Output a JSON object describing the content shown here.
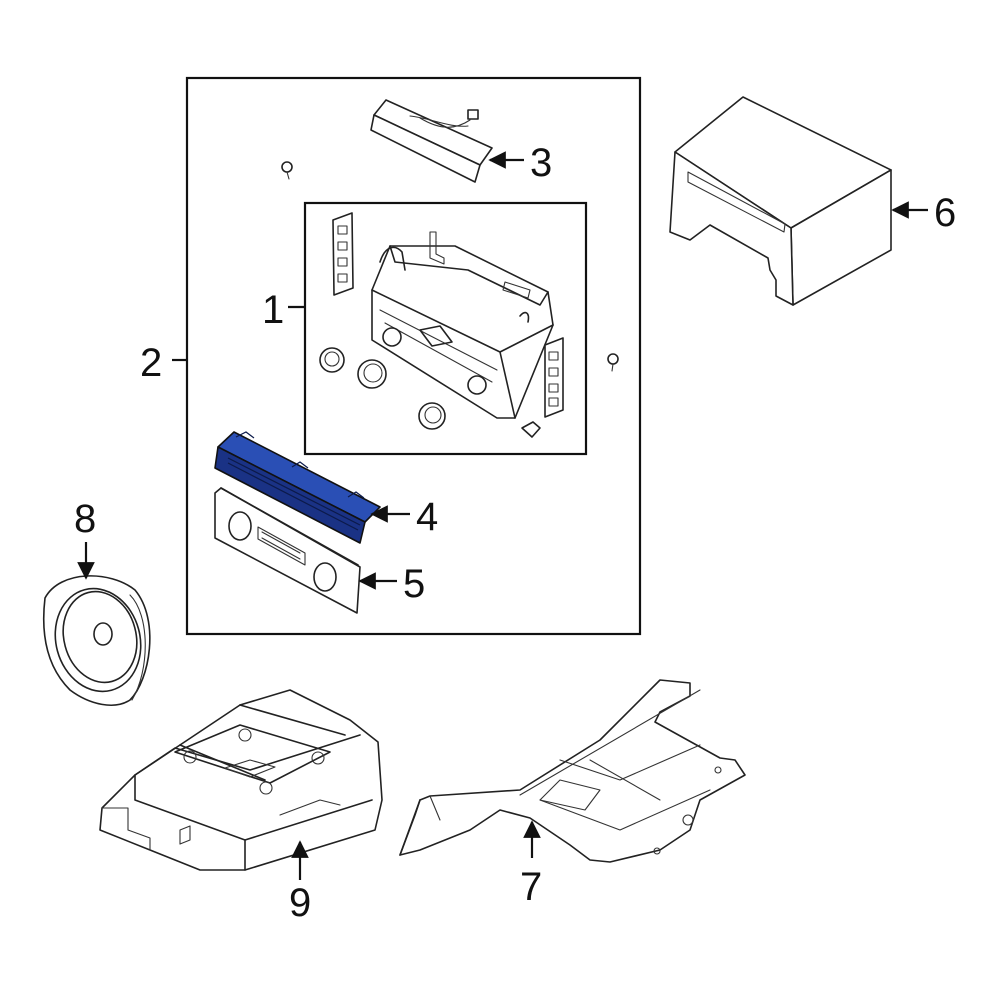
{
  "diagram": {
    "callouts": [
      {
        "id": "1",
        "label": "1"
      },
      {
        "id": "2",
        "label": "2"
      },
      {
        "id": "3",
        "label": "3"
      },
      {
        "id": "4",
        "label": "4"
      },
      {
        "id": "5",
        "label": "5"
      },
      {
        "id": "6",
        "label": "6"
      },
      {
        "id": "7",
        "label": "7"
      },
      {
        "id": "8",
        "label": "8"
      },
      {
        "id": "9",
        "label": "9"
      }
    ],
    "highlighted_part": "4",
    "colors": {
      "highlight": "#2a4fb5",
      "highlight_dark": "#1a3285",
      "line": "#222222",
      "background": "#ffffff"
    }
  }
}
